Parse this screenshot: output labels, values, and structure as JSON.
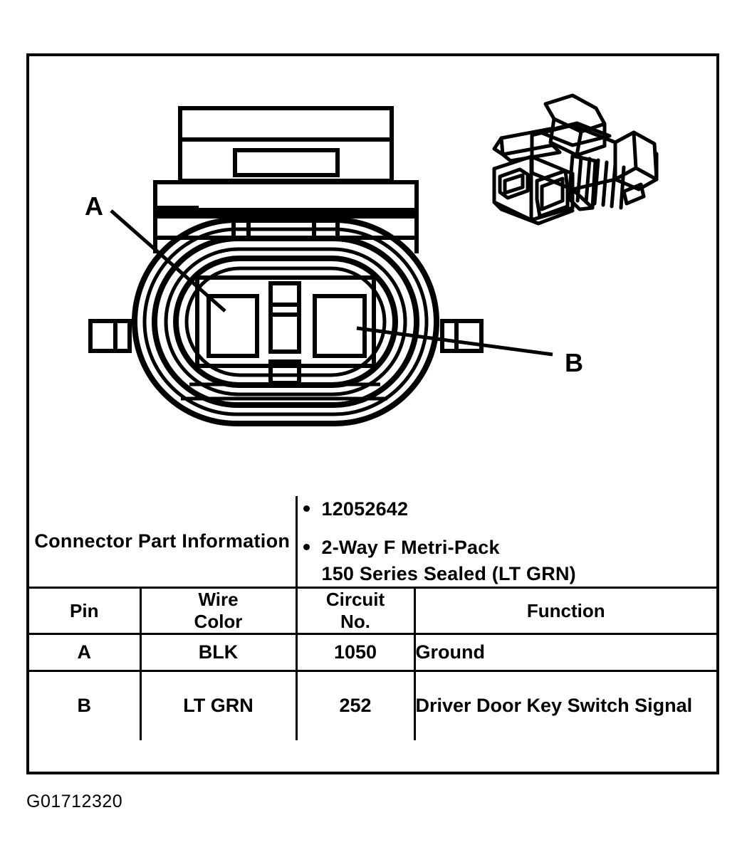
{
  "figure": {
    "caption": "G01712320",
    "labels": {
      "pin_a": "A",
      "pin_b": "B"
    },
    "illustration": {
      "front_view_name": "connector-face-front-view",
      "iso_view_name": "connector-isometric-view"
    }
  },
  "table": {
    "info_row": {
      "label_line1": "Connector Part",
      "label_line2": "Information",
      "bullets": [
        {
          "line1": "12052642",
          "line2": ""
        },
        {
          "line1": "2-Way F Metri-Pack",
          "line2": "150 Series Sealed (LT GRN)"
        }
      ]
    },
    "headers": {
      "pin": "Pin",
      "wire_line1": "Wire",
      "wire_line2": "Color",
      "circuit_line1": "Circuit",
      "circuit_line2": "No.",
      "function": "Function"
    },
    "rows": [
      {
        "pin": "A",
        "wire_color": "BLK",
        "circuit_no": "1050",
        "function": "Ground"
      },
      {
        "pin": "B",
        "wire_color": "LT GRN",
        "circuit_no": "252",
        "function": "Driver Door Key Switch Signal"
      }
    ]
  },
  "colors": {
    "ink": "#000000",
    "paper": "#ffffff"
  }
}
